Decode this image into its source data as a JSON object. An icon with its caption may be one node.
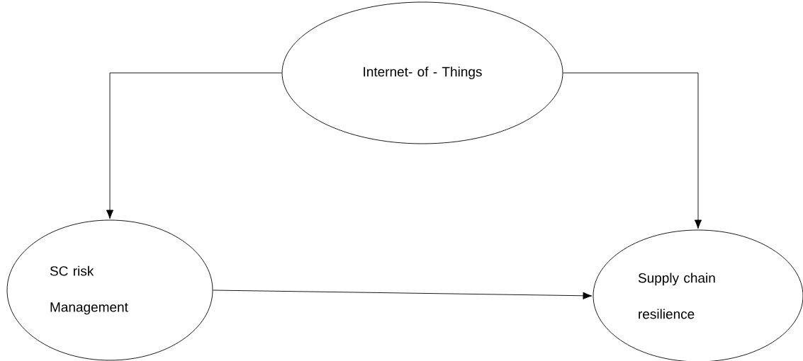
{
  "diagram": {
    "nodes": [
      {
        "text": [
          "Internet- of - Things"
        ]
      },
      {
        "text": [
          "SC risk Management"
        ]
      },
      {
        "text": [
          "Supply chain resilience"
        ]
      }
    ],
    "edges": [
      {
        "from": 0,
        "to": 1,
        "arrow": "to"
      },
      {
        "from": 0,
        "to": 2,
        "arrow": "to"
      },
      {
        "from": 1,
        "to": 2,
        "arrow": "to"
      }
    ]
  }
}
